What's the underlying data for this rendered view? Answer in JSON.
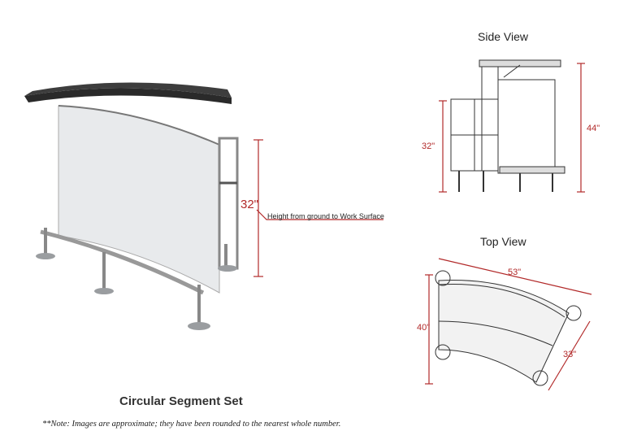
{
  "product": {
    "title": "Circular Segment Set",
    "height_dim": "32\"",
    "height_note": "Height from ground to Work Surface"
  },
  "side_view": {
    "title": "Side View",
    "dim_left": "32\"",
    "dim_right": "44\""
  },
  "top_view": {
    "title": "Top View",
    "dim_top": "53\"",
    "dim_left": "40\"",
    "dim_right": "33\""
  },
  "footnote": "**Note: Images are approximate; they have been rounded to the nearest whole number.",
  "colors": {
    "dimension": "#b22a2a",
    "counter_top": "#2a2a2a",
    "panel": "#e8eaec",
    "metal": "#8a8d90"
  }
}
